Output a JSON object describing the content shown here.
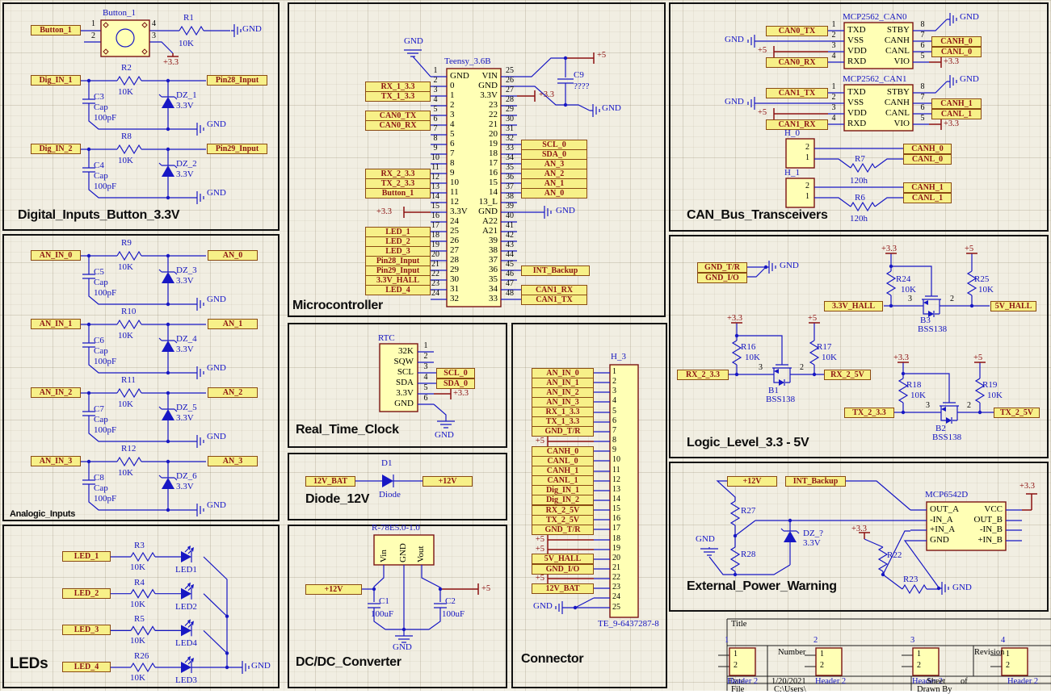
{
  "colors": {
    "wire": "#1717C4",
    "power": "#8B0E0E",
    "part_fill": "#FFFFB5",
    "part_border": "#7A1212",
    "port_fill": "#F7F088",
    "port_text": "#8C1414",
    "bg": "#F1EEE2"
  },
  "digital": {
    "title": "Digital_Inputs_Button_3.3V",
    "button": {
      "ref": "Button_1",
      "port": "Button_1",
      "pin1": "1",
      "pin2": "2",
      "pin3": "3",
      "pin4": "4",
      "r": "R1",
      "rv": "10K",
      "gnd": "GND",
      "pwr": "+3.3"
    },
    "rows": [
      {
        "in": "Dig_IN_1",
        "r": "R2",
        "rv": "10K",
        "c": "C3",
        "cn": "Cap",
        "cv": "100pF",
        "dz": "DZ_1",
        "dzv": "3.3V",
        "out": "Pin28_Input",
        "gnd": "GND"
      },
      {
        "in": "Dig_IN_2",
        "r": "R8",
        "rv": "10K",
        "c": "C4",
        "cn": "Cap",
        "cv": "100pF",
        "dz": "DZ_2",
        "dzv": "3.3V",
        "out": "Pin29_Input",
        "gnd": "GND"
      }
    ]
  },
  "analog": {
    "title": "Analogic_Inputs",
    "rows": [
      {
        "in": "AN_IN_0",
        "r": "R9",
        "rv": "10K",
        "c": "C5",
        "cn": "Cap",
        "cv": "100pF",
        "dz": "DZ_3",
        "dzv": "3.3V",
        "out": "AN_0",
        "gnd": "GND"
      },
      {
        "in": "AN_IN_1",
        "r": "R10",
        "rv": "10K",
        "c": "C6",
        "cn": "Cap",
        "cv": "100pF",
        "dz": "DZ_4",
        "dzv": "3.3V",
        "out": "AN_1",
        "gnd": "GND"
      },
      {
        "in": "AN_IN_2",
        "r": "R11",
        "rv": "10K",
        "c": "C7",
        "cn": "Cap",
        "cv": "100pF",
        "dz": "DZ_5",
        "dzv": "3.3V",
        "out": "AN_2",
        "gnd": "GND"
      },
      {
        "in": "AN_IN_3",
        "r": "R12",
        "rv": "10K",
        "c": "C8",
        "cn": "Cap",
        "cv": "100pF",
        "dz": "DZ_6",
        "dzv": "3.3V",
        "out": "AN_3",
        "gnd": "GND"
      }
    ]
  },
  "leds": {
    "title": "LEDs",
    "gnd": "GND",
    "rows": [
      {
        "in": "LED_1",
        "r": "R3",
        "rv": "10K",
        "name": "LED1"
      },
      {
        "in": "LED_2",
        "r": "R4",
        "rv": "10K",
        "name": "LED2"
      },
      {
        "in": "LED_3",
        "r": "R5",
        "rv": "10K",
        "name": "LED4"
      },
      {
        "in": "LED_4",
        "r": "R26",
        "rv": "10K",
        "name": "LED3"
      }
    ]
  },
  "micro": {
    "title": "Microcontroller",
    "part": "Teensy_3.6B",
    "gnd_top": "GND",
    "left_nums": [
      "1",
      "2",
      "3",
      "4",
      "5",
      "6",
      "7",
      "8",
      "9",
      "10",
      "11",
      "12",
      "13",
      "14",
      "15",
      "16",
      "17",
      "18",
      "19",
      "20",
      "21",
      "22",
      "23",
      "24"
    ],
    "right_nums": [
      "25",
      "26",
      "27",
      "28",
      "29",
      "30",
      "31",
      "32",
      "33",
      "34",
      "35",
      "36",
      "37",
      "38",
      "39",
      "40",
      "41",
      "42",
      "43",
      "44",
      "45",
      "46",
      "47",
      "48"
    ],
    "left_labels": [
      "GND",
      "0",
      "1",
      "2",
      "3",
      "4",
      "5",
      "6",
      "7",
      "8",
      "9",
      "10",
      "11",
      "12",
      "3.3V",
      "24",
      "25",
      "26",
      "27",
      "28",
      "29",
      "30",
      "31",
      "32"
    ],
    "right_labels": [
      "VIN",
      "GND",
      "3.3V",
      "23",
      "22",
      "21",
      "20",
      "19",
      "18",
      "17",
      "16",
      "15",
      "14",
      "13_L",
      "GND",
      "A22",
      "A21",
      "39",
      "38",
      "37",
      "36",
      "35",
      "34",
      "33"
    ],
    "ports_left": {
      "rx1": "RX_1_3.3",
      "tx1": "TX_1_3.3",
      "can0tx": "CAN0_TX",
      "can0rx": "CAN0_RX",
      "rx2": "RX_2_3.3",
      "tx2": "TX_2_3.3",
      "button": "Button_1",
      "pwr": "+3.3",
      "led1": "LED_1",
      "led2": "LED_2",
      "led3": "LED_3",
      "pin28": "Pin28_Input",
      "pin29": "Pin29_Input",
      "hall": "3.3V_HALL",
      "led4": "LED_4"
    },
    "right": {
      "c9": "C9",
      "c9v": "????",
      "p5": "+5",
      "gnd1": "GND",
      "p33": "+3.3",
      "scl": "SCL_0",
      "sda": "SDA_0",
      "an3": "AN_3",
      "an2": "AN_2",
      "an1": "AN_1",
      "an0": "AN_0",
      "gnd2": "GND",
      "int": "INT_Backup",
      "can1rx": "CAN1_RX",
      "can1tx": "CAN1_TX"
    }
  },
  "rtc": {
    "title": "Real_Time_Clock",
    "part": "RTC",
    "scl": "SCL_0",
    "sda": "SDA_0",
    "pwr": "+3.3",
    "gnd": "GND",
    "pins": [
      {
        "n": "1",
        "l": "32K"
      },
      {
        "n": "2",
        "l": "SQW"
      },
      {
        "n": "3",
        "l": "SCL"
      },
      {
        "n": "4",
        "l": "SDA"
      },
      {
        "n": "5",
        "l": "3.3V"
      },
      {
        "n": "6",
        "l": "GND"
      }
    ]
  },
  "diode12": {
    "title": "Diode_12V",
    "in": "12V_BAT",
    "ref": "D1",
    "name": "Diode",
    "out": "+12V"
  },
  "dcdc": {
    "title": "DC/DC_Converter",
    "part": "R-78E5.0-1.0",
    "pins": [
      "Vin",
      "GND",
      "Vout"
    ],
    "in": "+12V",
    "out": "+5",
    "c1": "C1",
    "c1v": "100uF",
    "c2": "C2",
    "c2v": "100uF",
    "gnd": "GND"
  },
  "connector": {
    "title": "Connector",
    "part": "H_3",
    "pn": "TE_9-6437287-8",
    "gnd": "GND",
    "rows": [
      {
        "n": "1",
        "t": "AN_IN_0",
        "k": "port"
      },
      {
        "n": "2",
        "t": "AN_IN_1",
        "k": "port"
      },
      {
        "n": "3",
        "t": "AN_IN_2",
        "k": "port"
      },
      {
        "n": "4",
        "t": "AN_IN_3",
        "k": "port"
      },
      {
        "n": "5",
        "t": "RX_1_3.3",
        "k": "port"
      },
      {
        "n": "6",
        "t": "TX_1_3.3",
        "k": "port"
      },
      {
        "n": "7",
        "t": "GND_T/R",
        "k": "port"
      },
      {
        "n": "8",
        "t": "+5",
        "k": "pwr"
      },
      {
        "n": "9",
        "t": "CANH_0",
        "k": "port"
      },
      {
        "n": "10",
        "t": "CANL_0",
        "k": "port"
      },
      {
        "n": "11",
        "t": "CANH_1",
        "k": "port"
      },
      {
        "n": "12",
        "t": "CANL_1",
        "k": "port"
      },
      {
        "n": "13",
        "t": "Dig_IN_1",
        "k": "port"
      },
      {
        "n": "14",
        "t": "Dig_IN_2",
        "k": "port"
      },
      {
        "n": "15",
        "t": "RX_2_5V",
        "k": "port"
      },
      {
        "n": "16",
        "t": "TX_2_5V",
        "k": "port"
      },
      {
        "n": "17",
        "t": "GND_T/R",
        "k": "port"
      },
      {
        "n": "18",
        "t": "+5",
        "k": "pwr"
      },
      {
        "n": "19",
        "t": "+5",
        "k": "pwr"
      },
      {
        "n": "20",
        "t": "5V_HALL",
        "k": "port"
      },
      {
        "n": "21",
        "t": "GND_I/O",
        "k": "port"
      },
      {
        "n": "22",
        "t": "+5",
        "k": "pwr"
      },
      {
        "n": "23",
        "t": "12V_BAT",
        "k": "port"
      },
      {
        "n": "24",
        "t": "",
        "k": "none"
      },
      {
        "n": "25",
        "t": "",
        "k": "none"
      }
    ]
  },
  "can": {
    "title": "CAN_Bus_Transceivers",
    "left_labels": [
      "TXD",
      "VSS",
      "VDD",
      "RXD"
    ],
    "right_labels": [
      "STBY",
      "CANH",
      "CANL",
      "VIO"
    ],
    "left_nums": [
      "1",
      "2",
      "3",
      "4"
    ],
    "right_nums": [
      "8",
      "7",
      "6",
      "5"
    ],
    "chips": [
      {
        "part": "MCP2562_CAN0",
        "tx": "CAN0_TX",
        "rx": "CAN0_RX",
        "gnd": "GND",
        "p5": "+5",
        "gnd2": "GND",
        "canh": "CANH_0",
        "canl": "CANL_0",
        "p33": "+3.3"
      },
      {
        "part": "MCP2562_CAN1",
        "tx": "CAN1_TX",
        "rx": "CAN1_RX",
        "gnd": "GND",
        "p5": "+5",
        "gnd2": "GND",
        "canh": "CANH_1",
        "canl": "CANL_1",
        "p33": "+3.3"
      }
    ],
    "headers": [
      {
        "part": "H_0",
        "p2": "2",
        "p1": "1",
        "r": "R7",
        "rv": "120h",
        "canh": "CANH_0",
        "canl": "CANL_0"
      },
      {
        "part": "H_1",
        "p2": "2",
        "p1": "1",
        "r": "R6",
        "rv": "120h",
        "canh": "CANH_1",
        "canl": "CANL_1"
      }
    ]
  },
  "logic": {
    "title": "Logic_Level_3.3 - 5V",
    "gndtr": "GND_T/R",
    "gndio": "GND_I/O",
    "gnd": "GND",
    "shifters": [
      {
        "ref": "B3",
        "part": "BSS138",
        "p33": "+3.3",
        "p5": "+5",
        "rl": "R24",
        "rlv": "10K",
        "rr": "R25",
        "rrv": "10K",
        "a": "3.3V_HALL",
        "b": "5V_HALL",
        "n3": "3",
        "n2": "2"
      },
      {
        "ref": "B1",
        "part": "BSS138",
        "p33": "+3.3",
        "p5": "+5",
        "rl": "R16",
        "rlv": "10K",
        "rr": "R17",
        "rrv": "10K",
        "a": "RX_2_3.3",
        "b": "RX_2_5V",
        "n3": "3",
        "n2": "2"
      },
      {
        "ref": "B2",
        "part": "BSS138",
        "p33": "+3.3",
        "p5": "+5",
        "rl": "R18",
        "rlv": "10K",
        "rr": "R19",
        "rrv": "10K",
        "a": "TX_2_3.3",
        "b": "TX_2_5V",
        "n3": "3",
        "n2": "2"
      }
    ]
  },
  "extpwr": {
    "title": "External_Power_Warning",
    "p12": "+12V",
    "int": "INT_Backup",
    "r27": "R27",
    "r28": "R28",
    "gndl": "GND",
    "dz": "DZ_?",
    "dzv": "3.3V",
    "p33a": "+3.3",
    "r22": "R22",
    "r23": "R23",
    "gndr": "GND",
    "part": "MCP6542D",
    "p33b": "+3.3",
    "left_labels": [
      "OUT_A",
      "-IN_A",
      "+IN_A",
      "GND"
    ],
    "right_labels": [
      "VCC",
      "OUT_B",
      "-IN_B",
      "+IN_B"
    ]
  },
  "titleblock": {
    "title_label": "Title",
    "zones": [
      "1",
      "2",
      "3",
      "4"
    ],
    "number_label": "Number",
    "revision_label": "Revision",
    "date_label": "Date",
    "date_value": "1/20/2021",
    "sheet_label": "Sheet",
    "of_label": "of",
    "file_label": "File",
    "file_value": "C:\\Users\\",
    "drawn_label": "Drawn By",
    "header_ref": "Header 2",
    "header_pins": [
      "1",
      "2"
    ]
  }
}
